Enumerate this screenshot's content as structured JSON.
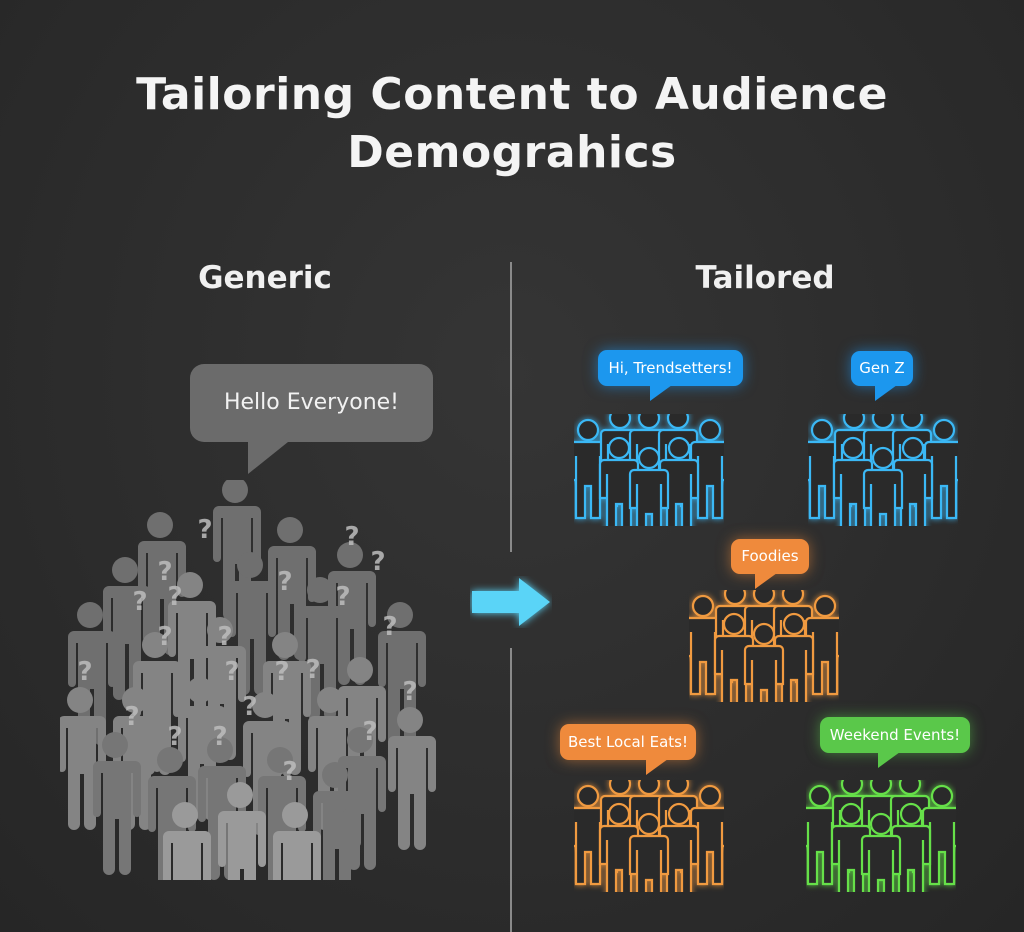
{
  "title": "Tailoring Content to Audience Demograhics",
  "title_lines": [
    "Tailoring Content to Audience",
    "Demograhics"
  ],
  "colors": {
    "background": "#2e2e2e",
    "divider": "#8a8a8a",
    "arrow": "#5ad4f7",
    "generic_bubble": "#6b6b6b",
    "blue": "#1c97ee",
    "blue_outline": "#3ab8f5",
    "orange": "#ef8a3c",
    "orange_outline": "#f09a40",
    "green": "#5ac84a",
    "green_outline": "#66e04a"
  },
  "generic": {
    "heading": "Generic",
    "bubble_text": "Hello Everyone!",
    "crowd_icon": "confused-crowd-icon",
    "question_mark": "?"
  },
  "arrow_icon": "right-arrow-icon",
  "tailored": {
    "heading": "Tailored",
    "groups": [
      {
        "label": "Hi, Trendsetters!",
        "color": "blue",
        "icon": "people-group-icon"
      },
      {
        "label": "Gen Z",
        "color": "blue",
        "icon": "people-group-icon"
      },
      {
        "label": "Foodies",
        "color": "orange",
        "icon": "people-group-icon"
      },
      {
        "label": "Best Local Eats!",
        "color": "orange",
        "icon": "people-group-icon"
      },
      {
        "label": "Weekend Events!",
        "color": "green",
        "icon": "people-group-icon"
      }
    ]
  }
}
